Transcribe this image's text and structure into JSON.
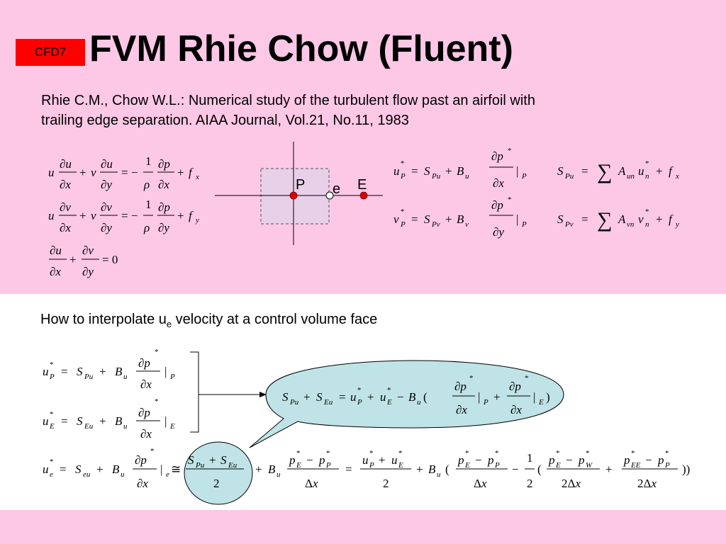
{
  "slide": {
    "badge": "CFD7",
    "title": "FVM Rhie Chow (Fluent)",
    "reference_line1": "Rhie C.M., Chow W.L.: Numerical study of the turbulent flow past an airfoil with",
    "reference_line2": "trailing edge separation. AIAA Journal, Vol.21, No.11, 1983",
    "question_prefix": "How to interpolate u",
    "question_sub": "e",
    "question_suffix": " velocity at a control volume face"
  },
  "diagram": {
    "node_P": "P",
    "node_e": "e",
    "node_E": "E"
  },
  "colors": {
    "pink_background": "#fcc8e6",
    "badge": "#ff0000",
    "callout_fill": "#bfe3e6",
    "control_volume": "#e8d0e8",
    "node_red": "#e00000"
  }
}
